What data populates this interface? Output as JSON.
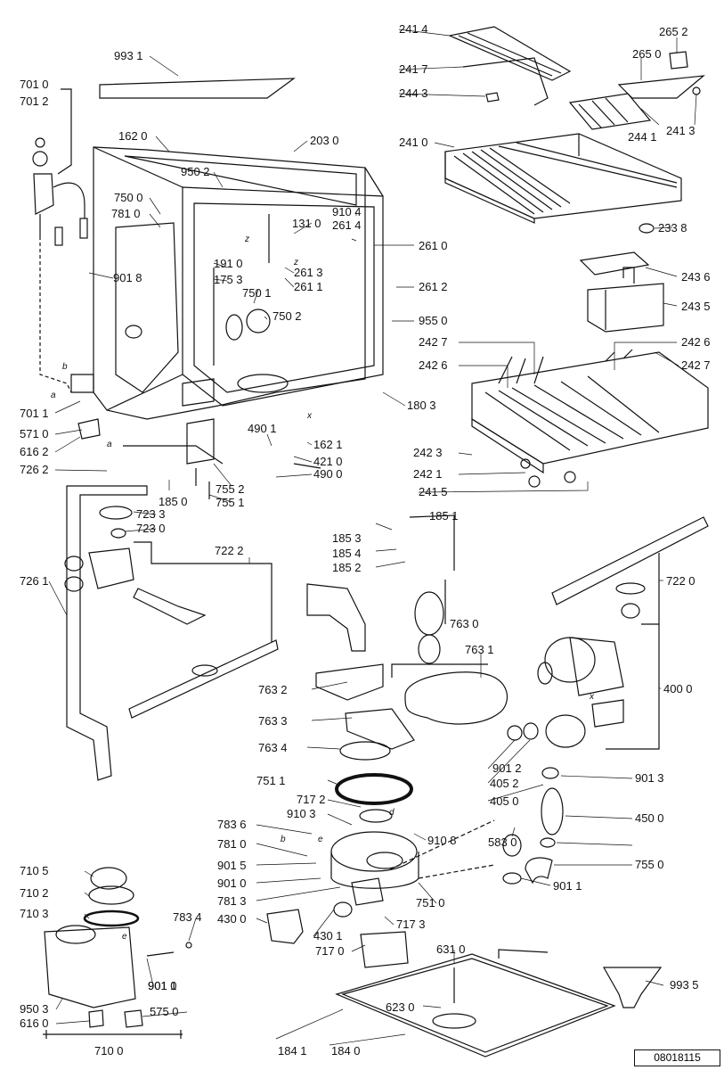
{
  "document_id": "08018115",
  "labels": [
    "993 1",
    "701 0",
    "701 2",
    "162 0",
    "203 0",
    "241 4",
    "241 7",
    "244 3",
    "265 2",
    "265 0",
    "244 1",
    "241 3",
    "241 0",
    "950 2",
    "750 0",
    "781 0",
    "910 4",
    "261 4",
    "131 0",
    "233 8",
    "261 0",
    "191 0",
    "175 3",
    "261 3",
    "261 1",
    "261 2",
    "243 6",
    "901 8",
    "750 1",
    "750 2",
    "243 5",
    "955 0",
    "242 7",
    "242 6",
    "242 6",
    "242 7",
    "180 3",
    "701 1",
    "571 0",
    "616 2",
    "490 1",
    "162 1",
    "421 0",
    "490 0",
    "242 3",
    "242 1",
    "726 2",
    "755 2",
    "185 0",
    "755 1",
    "241 5",
    "723 3",
    "723 0",
    "185 1",
    "185 3",
    "185 4",
    "185 2",
    "722 2",
    "726 1",
    "722 0",
    "763 0",
    "763 1",
    "400 0",
    "763 2",
    "763 3",
    "763 4",
    "901 2",
    "405 2",
    "405 0",
    "901 3",
    "751 1",
    "717 2",
    "450 0",
    "783 6",
    "910 3",
    "910 8",
    "583 0",
    "781 0",
    "901 1",
    "901 5",
    "755 0",
    "901 0",
    "901 1",
    "751 0",
    "710 5",
    "710 2",
    "781 3",
    "783 4",
    "710 3",
    "430 0",
    "717 3",
    "430 1",
    "717 0",
    "631 0",
    "901 0",
    "575 0",
    "950 3",
    "616 0",
    "623 0",
    "993 5",
    "710 0",
    "184 1",
    "184 0"
  ],
  "letter_marks": [
    "b",
    "a",
    "a",
    "x",
    "z",
    "z",
    "x",
    "d",
    "e",
    "b",
    "e"
  ]
}
